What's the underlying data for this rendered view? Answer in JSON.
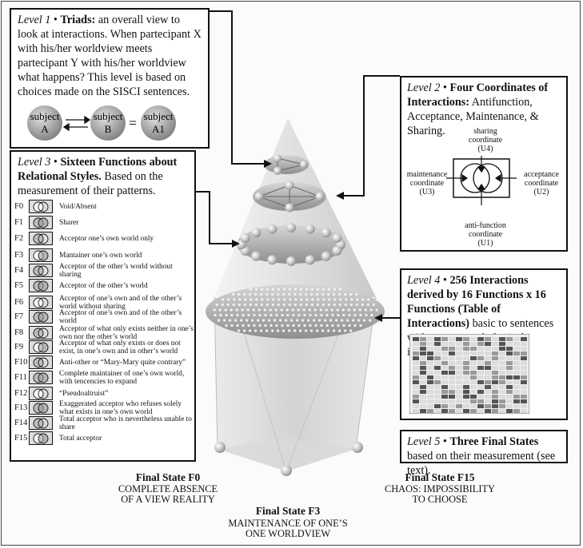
{
  "level1": {
    "label": "Level 1",
    "title": "Triads:",
    "text": "an overall view to look at interactions. When partecipant X with his/her worldview meets partecipant Y with his/her worldview what happens? This level is based on choices made on the SISCI sentences.",
    "subjects": [
      {
        "line1": "subject",
        "line2": "A"
      },
      {
        "line1": "subject",
        "line2": "B"
      },
      {
        "line1": "subject",
        "line2": "A1"
      }
    ],
    "equals": "="
  },
  "level2": {
    "label": "Level 2",
    "title": "Four Coordinates of Interactions:",
    "text": "Antifunction, Acceptance, Maintenance, & Sharing.",
    "coordinates": {
      "sharing": {
        "line1": "sharing",
        "line2": "coordinate",
        "line3": "(U4)"
      },
      "maintenance": {
        "line1": "maintenance",
        "line2": "coordinate",
        "line3": "(U3)"
      },
      "acceptance": {
        "line1": "acceptance",
        "line2": "coordinate",
        "line3": "(U2)"
      },
      "antifunction": {
        "line1": "anti-function",
        "line2": "coordinate",
        "line3": "(U1)"
      }
    }
  },
  "level3": {
    "label": "Level 3",
    "title": "Sixteen Functions about Relational Styles.",
    "text": "Based on the measurement of their patterns.",
    "functions": [
      {
        "id": "F0",
        "desc": "Void/Absent"
      },
      {
        "id": "F1",
        "desc": "Sharer"
      },
      {
        "id": "F2",
        "desc": "Acceptor one’s own world only"
      },
      {
        "id": "F3",
        "desc": "Mantainer one’s own world"
      },
      {
        "id": "F4",
        "desc": "Acceptor of the other’s world without sharing"
      },
      {
        "id": "F5",
        "desc": "Acceptor of the other’s world"
      },
      {
        "id": "F6",
        "desc": "Acceptor of one’s own and of the other’s world without sharing"
      },
      {
        "id": "F7",
        "desc": "Acceptor of one’s own and of the other’s world"
      },
      {
        "id": "F8",
        "desc": "Acceptor of what only exists neither in one’s own nor the other’s world"
      },
      {
        "id": "F9",
        "desc": "Acceptor of what only exists or does not exist, in one’s own and in other’s world"
      },
      {
        "id": "F10",
        "desc": "Anti-other or “Mary-Mary quite contrary”"
      },
      {
        "id": "F11",
        "desc": "Complete maintainer of one’s own world, with tencencies to expand"
      },
      {
        "id": "F12",
        "desc": "“Pseudoaltruist”"
      },
      {
        "id": "F13",
        "desc": "Exaggerated acceptor who refuses solely what exists in one’s own world"
      },
      {
        "id": "F14",
        "desc": "Total acceptor who is nevertheless unable to share"
      },
      {
        "id": "F15",
        "desc": "Total acceptor"
      }
    ]
  },
  "level4": {
    "label": "Level 4",
    "title": "256 Interactions derived by 16 Functions x 16 Functions (Table of Interactions)",
    "text": "basic to sentences with strong psychological impact."
  },
  "level5": {
    "label": "Level 5",
    "title": "Three Final States",
    "text": "based on their measurement (see text)."
  },
  "final_states": {
    "f0": {
      "title": "Final State F0",
      "line1": "COMPLETE ABSENCE",
      "line2": "OF A VIEW REALITY"
    },
    "f3": {
      "title": "Final State F3",
      "line1": "MAINTENANCE OF ONE’S",
      "line2": "ONE WORLDVIEW"
    },
    "f15": {
      "title": "Final State F15",
      "line1": "CHAOS: IMPOSSIBILITY",
      "line2": "TO CHOOSE"
    }
  },
  "colors": {
    "cone_light": "#eeeeee",
    "cone_dark": "#9a9a9a",
    "sphere": "#b8b8b8",
    "border": "#111111"
  }
}
